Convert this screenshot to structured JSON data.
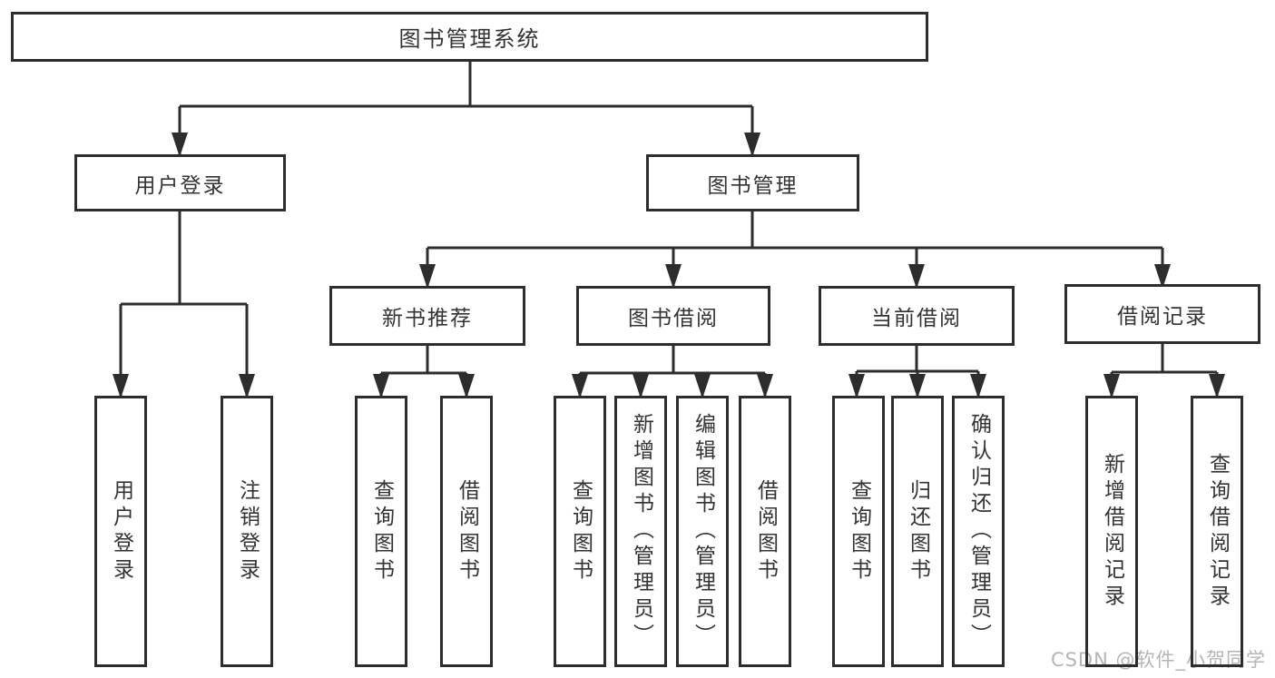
{
  "colors": {
    "line": "#2d2d2d",
    "border": "#2d2d2d",
    "text": "#333333",
    "watermark": "#b5b5b5",
    "background": "#ffffff"
  },
  "root": {
    "label": "图书管理系统"
  },
  "level1": {
    "user_login": {
      "label": "用户登录"
    },
    "book_management": {
      "label": "图书管理"
    }
  },
  "level2": {
    "new_book_recommend": {
      "label": "新书推荐"
    },
    "book_borrow": {
      "label": "图书借阅"
    },
    "current_borrow": {
      "label": "当前借阅"
    },
    "borrow_records": {
      "label": "借阅记录"
    }
  },
  "leaves": {
    "user_login": {
      "label": "用户登录"
    },
    "logout": {
      "label": "注销登录"
    },
    "newrec_query_book": {
      "label": "查询图书"
    },
    "newrec_borrow_book": {
      "label": "借阅图书"
    },
    "borrow_query_book": {
      "label": "查询图书"
    },
    "borrow_add_book": {
      "label": "新增图书（管理员）"
    },
    "borrow_edit_book": {
      "label": "编辑图书（管理员）"
    },
    "borrow_borrow_book": {
      "label": "借阅图书"
    },
    "current_query_book": {
      "label": "查询图书"
    },
    "current_return_book": {
      "label": "归还图书"
    },
    "current_confirm_return": {
      "label": "确认归还（管理员）"
    },
    "records_add_record": {
      "label": "新增借阅记录"
    },
    "records_query_record": {
      "label": "查询借阅记录"
    }
  },
  "watermark": {
    "text": "CSDN @软件_小贺同学"
  }
}
